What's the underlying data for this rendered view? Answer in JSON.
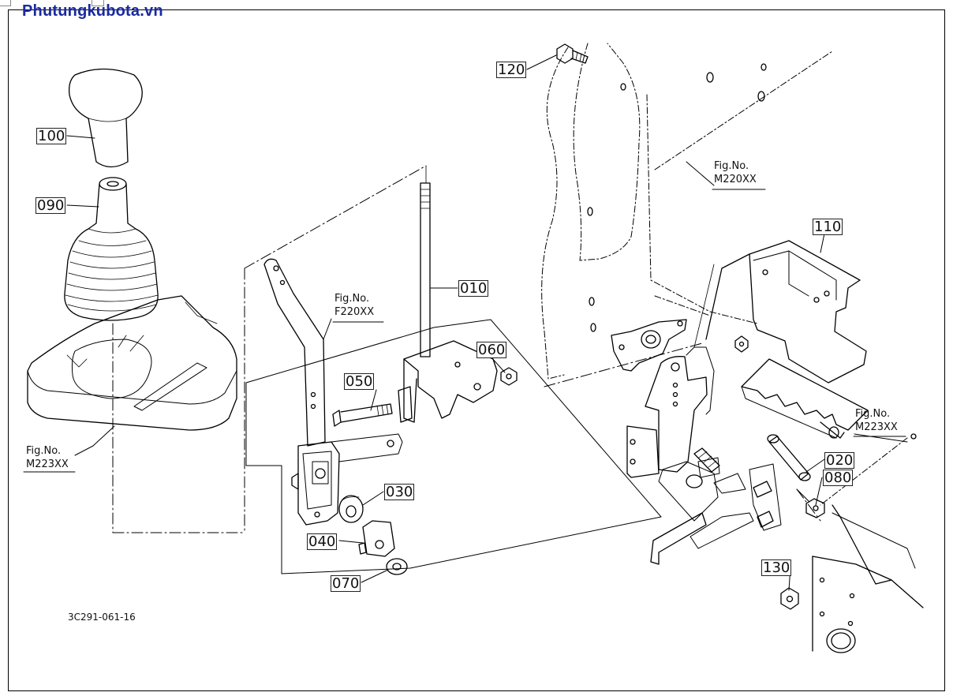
{
  "site": {
    "title": "Phutungkubota.vn"
  },
  "parts": {
    "p010": "010",
    "p020": "020",
    "p030": "030",
    "p040": "040",
    "p050": "050",
    "p060": "060",
    "p070": "070",
    "p080": "080",
    "p090": "090",
    "p100": "100",
    "p110": "110",
    "p120": "120",
    "p130": "130"
  },
  "figrefs": {
    "fig_label": "Fig.No.",
    "m223_left": "M223XX",
    "f220": "F220XX",
    "m220": "M220XX",
    "m223_right": "M223XX"
  },
  "drawing_code": "3C291-061-16",
  "colors": {
    "site_title": "#1a2aa0",
    "line": "#000000",
    "shade": "#999999"
  }
}
